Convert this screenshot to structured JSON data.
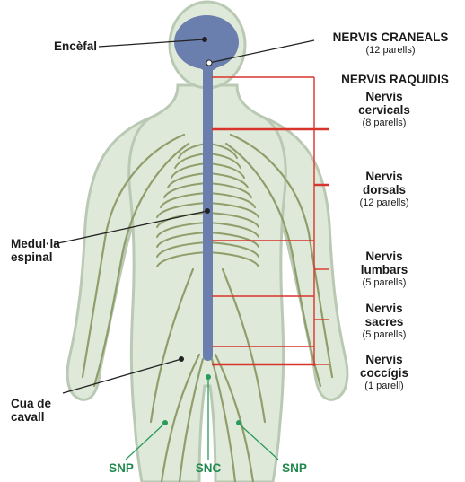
{
  "labels": {
    "encefal": "Encèfal",
    "nervis_craneals": "NERVIS CRANEALS",
    "nervis_craneals_sub": "(12 parells)",
    "nervis_raquidis": "NERVIS RAQUIDIS",
    "cervicals_1": "Nervis",
    "cervicals_2": "cervicals",
    "cervicals_sub": "(8 parells)",
    "dorsals_1": "Nervis",
    "dorsals_2": "dorsals",
    "dorsals_sub": "(12 parells)",
    "lumbars_1": "Nervis",
    "lumbars_2": "lumbars",
    "lumbars_sub": "(5 parells)",
    "sacres_1": "Nervis",
    "sacres_2": "sacres",
    "sacres_sub": "(5 parells)",
    "coccigis_1": "Nervis",
    "coccigis_2": "coccígis",
    "coccigis_sub": "(1 parell)",
    "medulla_1": "Medul·la",
    "medulla_2": "espinal",
    "cua_1": "Cua de",
    "cua_2": "cavall",
    "snp_left": "SNP",
    "snc": "SNC",
    "snp_right": "SNP"
  },
  "colors": {
    "body_fill": "#dfe9d9",
    "body_edge": "#b9c9b3",
    "nerve": "#8f9e6a",
    "cns": "#6b7fae",
    "bracket": "#d9342b",
    "pointer": "#222222",
    "green_pointer": "#2a9a5a"
  }
}
